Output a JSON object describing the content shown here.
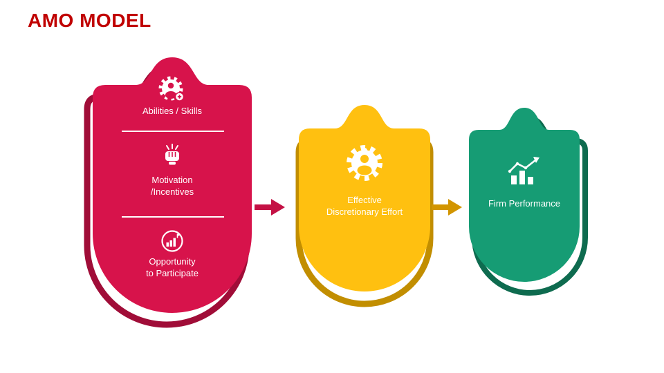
{
  "slide": {
    "title": "AMO MODEL"
  },
  "colors": {
    "title": "#C00000",
    "badge_red": "#D7134B",
    "badge_red_dark": "#A00D38",
    "badge_yellow": "#FFC010",
    "badge_yellow_dark": "#C28E00",
    "badge_green": "#169C74",
    "badge_green_dark": "#0E6B4F",
    "arrow_red": "#C41145",
    "arrow_yellow": "#D29500",
    "text_on_badge": "#FFFFFF"
  },
  "badges": {
    "abilities": {
      "sections": [
        {
          "icon": "user-gear-plus-icon",
          "lines": [
            "Abilities / Skills"
          ]
        },
        {
          "icon": "fist-rays-icon",
          "lines": [
            "Motivation",
            "/Incentives"
          ]
        },
        {
          "icon": "growth-flag-circle-icon",
          "lines": [
            "Opportunity",
            "to Participate"
          ]
        }
      ]
    },
    "effort": {
      "icon": "person-gear-icon",
      "lines": [
        "Effective",
        "Discretionary Effort"
      ]
    },
    "performance": {
      "icon": "bar-chart-trend-icon",
      "lines": [
        "Firm Performance"
      ]
    }
  }
}
